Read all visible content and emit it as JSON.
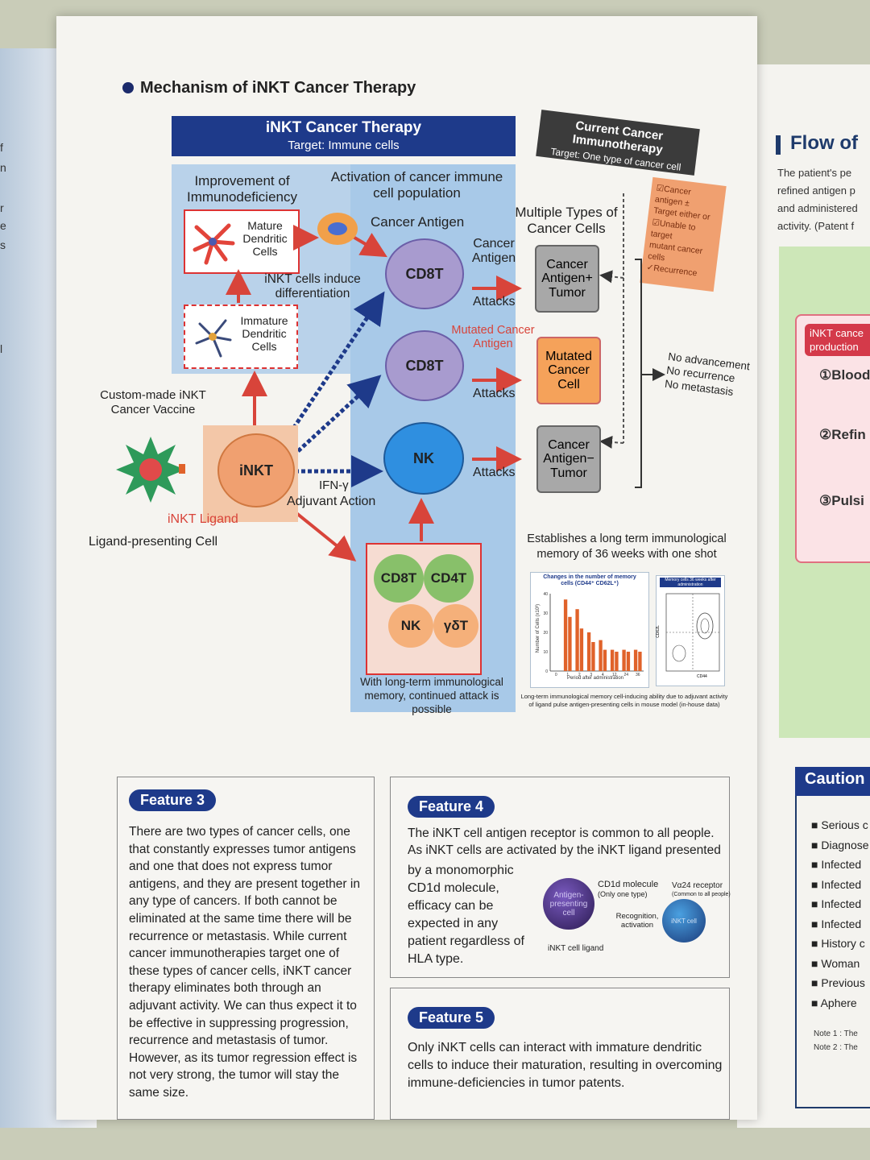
{
  "left_edge_chars": [
    "f",
    "n",
    "r",
    "e",
    "s",
    "l"
  ],
  "title": "Mechanism of iNKT Cancer Therapy",
  "headers": {
    "inkt_title": "iNKT Cancer Therapy",
    "inkt_target": "Target: Immune cells",
    "current_title": "Current Cancer Immunotherapy",
    "current_target": "Target: One type of cancer cell"
  },
  "diagram": {
    "improvement": "Improvement of Immunodeficiency",
    "activation": "Activation of cancer immune cell population",
    "mature_dc": "Mature Dendritic Cells",
    "immature_dc": "Immature Dendritic Cells",
    "induce": "iNKT cells induce differentiation",
    "cancer_antigen_top": "Cancer Antigen",
    "cancer_antigen_side": "Cancer Antigen",
    "mutated_antigen": "Mutated Cancer Antigen",
    "cd8t": "CD8T",
    "nk": "NK",
    "inkt": "iNKT",
    "attacks": "Attacks",
    "multiple_types": "Multiple Types of Cancer Cells",
    "tumor_pos": "Cancer Antigen+ Tumor",
    "tumor_mut": "Mutated Cancer Cell",
    "tumor_neg": "Cancer Antigen− Tumor",
    "custom_vaccine": "Custom-made iNKT Cancer Vaccine",
    "inkt_ligand": "iNKT Ligand",
    "ligand_cell": "Ligand-presenting Cell",
    "ifn": "IFN-γ",
    "adjuvant": "Adjuvant Action",
    "memory_cd8t": "CD8T",
    "memory_cd4t": "CD4T",
    "memory_nk": "NK",
    "memory_gdt": "γδT",
    "memory_caption": "With long-term immunological memory, continued attack is possible",
    "outcomes": [
      "No advancement",
      "No recurrence",
      "No metastasis"
    ],
    "current_issues": [
      "☑Cancer antigen ±",
      "Target either or",
      "☑Unable to target",
      "mutant cancer cells",
      "✓Recurrence"
    ]
  },
  "chart_section": {
    "title": "Establishes a long term immunological memory of 36 weeks with one shot",
    "caption": "Long-term immunological memory cell-inducing ability due to adjuvant activity of ligand pulse antigen-presenting cells in mouse model (in-house data)"
  },
  "chart_data": {
    "type": "bar",
    "title": "Changes in the number of memory cells (CD44⁺ CD62L⁺)",
    "xlabel": "Period after administration",
    "ylabel": "Number of Cells (x10³)",
    "categories": [
      "0",
      "1",
      "2",
      "3",
      "4",
      "12",
      "24",
      "36"
    ],
    "values": [
      0,
      37,
      32,
      20,
      16,
      11,
      11,
      11
    ],
    "extra_values": [
      0,
      28,
      22,
      15,
      11,
      10,
      10,
      10
    ],
    "yticks": [
      0,
      10,
      20,
      30,
      40
    ],
    "ylim": [
      0,
      40
    ],
    "bar_color": "#e0622a"
  },
  "scatter_card": {
    "title": "Memory cells 36 weeks after administration",
    "xlabel": "CD44",
    "ylabel": "CD62L"
  },
  "feature3": {
    "label": "Feature 3",
    "text": "There are two types of cancer cells, one that constantly expresses tumor antigens and one that does not express tumor antigens, and they are present together in any type of cancers. If both cannot be eliminated at the same time there will be recurrence or metastasis. While current cancer immunotherapies target one of these types of cancer cells, iNKT cancer therapy eliminates both through an adjuvant activity. We can thus expect it to be effective in suppressing progression, recurrence and metastasis of tumor. However, as its tumor regression effect is not very strong, the tumor will stay the same size."
  },
  "feature4": {
    "label": "Feature 4",
    "text_top": "The iNKT cell antigen receptor is common to all people. As iNKT cells are activated by the iNKT ligand presented",
    "text_left": "by a monomorphic CD1d molecule, efficacy can be expected in any patient regardless of HLA type.",
    "apc": "Antigen-presenting cell",
    "cd1d": "CD1d molecule",
    "cd1d_sub": "(Only one type)",
    "va24": "Vα24 receptor",
    "va24_sub": "(Common to all people)",
    "recognition": "Recognition, activation",
    "ligand": "iNKT cell ligand",
    "inkt_cell": "iNKT cell"
  },
  "feature5": {
    "label": "Feature 5",
    "text": "Only iNKT cells can interact with immature dendritic cells to induce their maturation, resulting in overcoming immune-deficiencies in tumor patents."
  },
  "right_page": {
    "flow_title": "Flow of",
    "flow_text": [
      "The patient's pe",
      "refined antigen p",
      "and administered",
      "activity. (Patent f"
    ],
    "production": "iNKT cance production",
    "steps": [
      "①Blood",
      "②Refin",
      "③Pulsi"
    ],
    "caution": "Caution",
    "caution_items": [
      "Serious c",
      "Diagnose",
      "Infected",
      "Infected",
      "Infected",
      "Infected",
      "History c",
      "Woman",
      "Previous",
      "Aphere"
    ],
    "notes": [
      "Note 1 : The",
      "Note 2 : The"
    ]
  }
}
